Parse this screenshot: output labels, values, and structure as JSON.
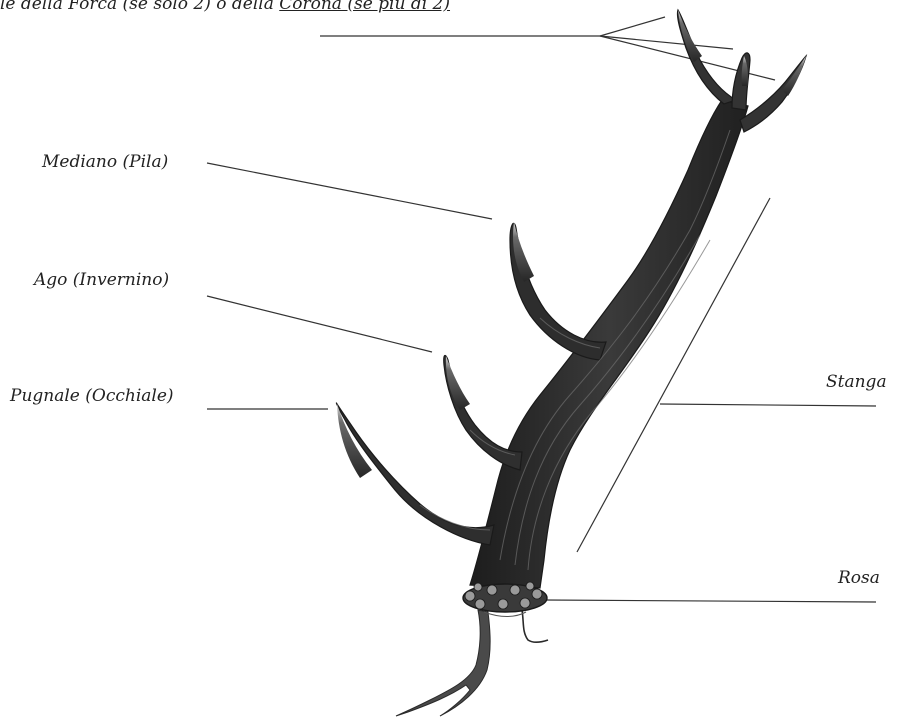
{
  "header_caption": {
    "part1": "le della Forca (se solo 2) o della ",
    "part2": "Corona (se più di 2)"
  },
  "labels": {
    "mediano": "Mediano (Pila)",
    "ago": "Ago (Invernino)",
    "pugnale": "Pugnale (Occhiale)",
    "stanga": "Stanga",
    "rosa": "Rosa"
  },
  "colors": {
    "antler": "#2a2a2a",
    "highlight": "#8a8a8a",
    "line": "#333333"
  }
}
